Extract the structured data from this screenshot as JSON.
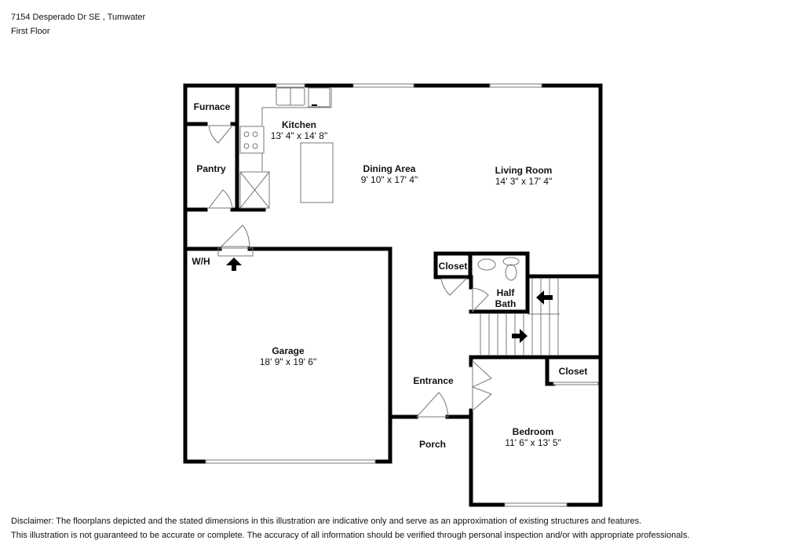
{
  "header": {
    "address": "7154 Desperado Dr SE , Tumwater",
    "floor": "First Floor"
  },
  "rooms": {
    "furnace": {
      "name": "Furnace"
    },
    "pantry": {
      "name": "Pantry"
    },
    "kitchen": {
      "name": "Kitchen",
      "dim": "13' 4\" x 14' 8\""
    },
    "dining": {
      "name": "Dining Area",
      "dim": "9' 10\" x 17' 4\""
    },
    "living": {
      "name": "Living Room",
      "dim": "14' 3\" x 17' 4\""
    },
    "wh": {
      "name": "W/H"
    },
    "garage": {
      "name": "Garage",
      "dim": "18' 9\" x 19' 6\""
    },
    "closet1": {
      "name": "Closet"
    },
    "halfbath": {
      "name": "Half",
      "name2": "Bath"
    },
    "closet2": {
      "name": "Closet"
    },
    "entrance": {
      "name": "Entrance"
    },
    "porch": {
      "name": "Porch"
    },
    "bedroom": {
      "name": "Bedroom",
      "dim": "11' 6\" x 13' 5\""
    }
  },
  "disclaimer": {
    "line1": "Disclaimer: The floorplans depicted and the stated dimensions in this illustration are indicative only and serve as an approximation of existing structures and features.",
    "line2": "This illustration is not guaranteed to be accurate or complete. The accuracy of all information should be verified through personal inspection and/or with appropriate professionals."
  },
  "colors": {
    "wall": "#000000",
    "fixture": "#888888",
    "background": "#ffffff"
  }
}
